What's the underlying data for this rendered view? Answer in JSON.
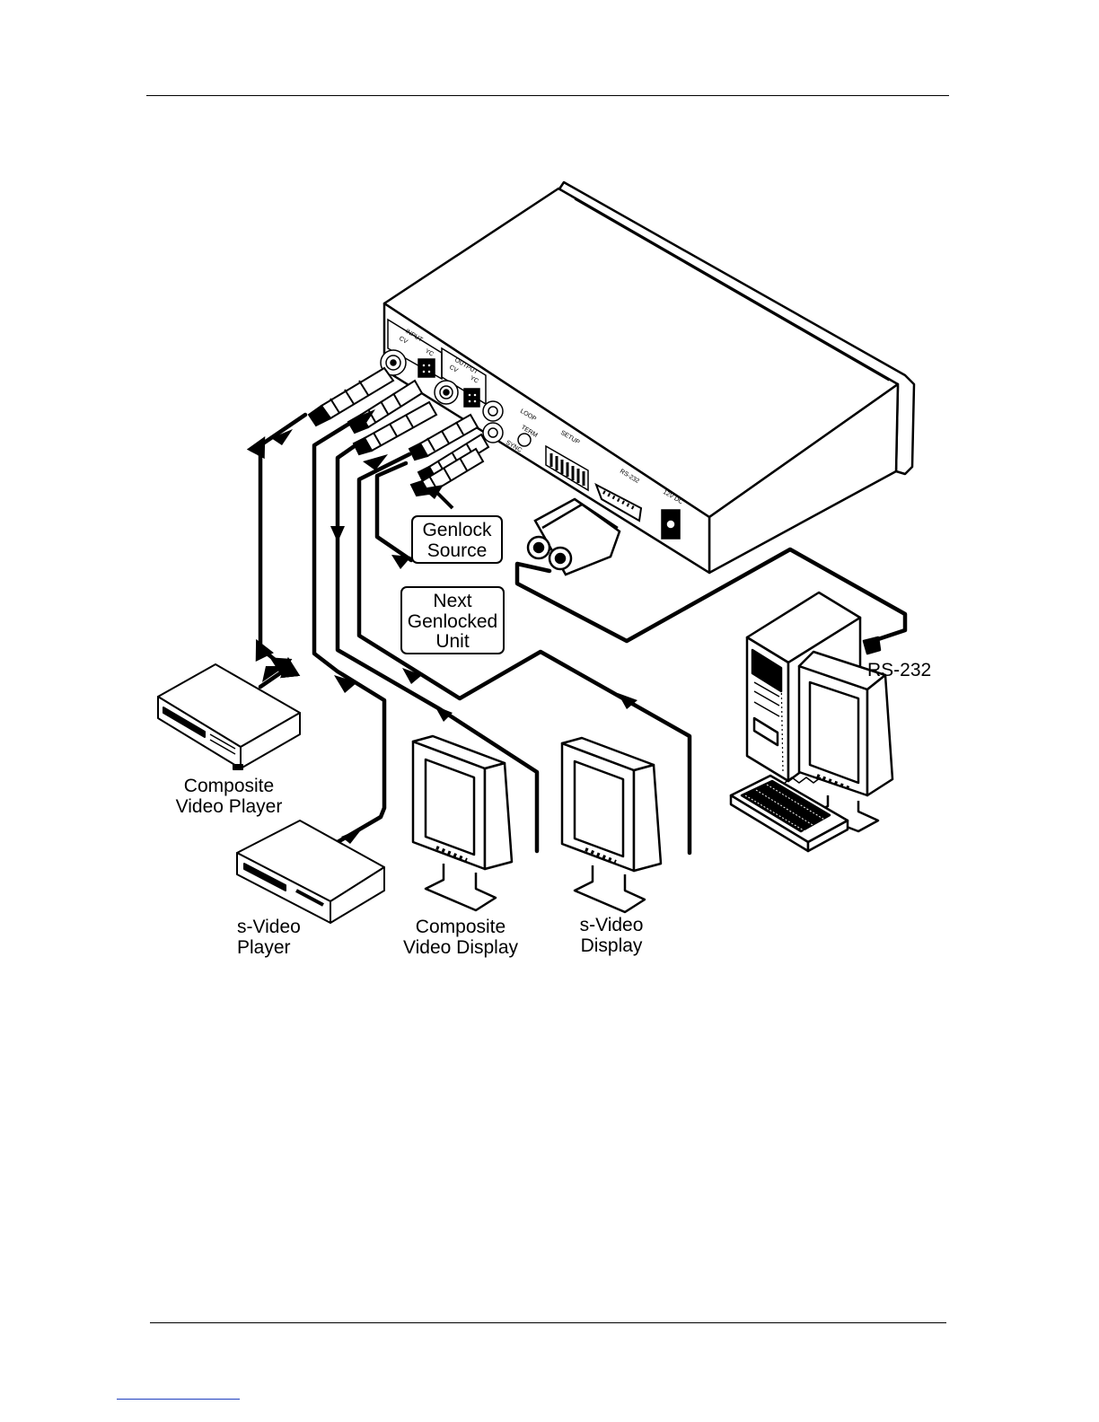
{
  "device": {
    "input_label": "INPUT",
    "output_label": "OUTPUT",
    "cv_label": "CV",
    "yc_label": "YC",
    "loop_label": "LOOP",
    "term_label": "TERM",
    "sync_label": "SYNC",
    "setup_label": "SETUP",
    "rs232_port_label": "RS-232",
    "power_label": "12V DC"
  },
  "callouts": {
    "genlock_source": [
      "Genlock",
      "Source"
    ],
    "next_genlocked_unit": [
      "Next",
      "Genlocked",
      "Unit"
    ]
  },
  "labels": {
    "rs232": "RS-232",
    "composite_video_player": [
      "Composite",
      "Video Player"
    ],
    "s_video_player": [
      "s-Video",
      "Player"
    ],
    "composite_video_display": [
      "Composite",
      "Video Display"
    ],
    "s_video_display": [
      "s-Video",
      "Display"
    ]
  },
  "colors": {
    "line": "#000000",
    "background": "#ffffff",
    "footer_link": "#1f3fbf"
  }
}
